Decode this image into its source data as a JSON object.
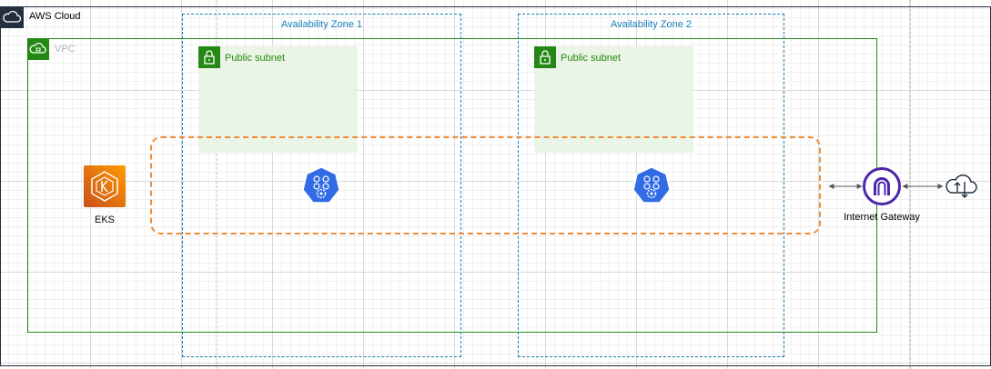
{
  "aws_cloud": {
    "label": "AWS Cloud",
    "icon": "aws-cloud-icon"
  },
  "vpc": {
    "label": "VPC",
    "icon": "vpc-cloud-icon"
  },
  "availability_zones": [
    {
      "label": "Availability Zone 1"
    },
    {
      "label": "Availability Zone 2"
    }
  ],
  "subnets": [
    {
      "label": "Public subnet",
      "icon": "lock-icon"
    },
    {
      "label": "Public subnet",
      "icon": "lock-icon"
    }
  ],
  "eks": {
    "label": "EKS",
    "icon": "eks-icon"
  },
  "worker_nodes": [
    {
      "icon": "kubernetes-node-icon"
    },
    {
      "icon": "kubernetes-node-icon"
    }
  ],
  "internet_gateway": {
    "label": "Internet Gateway",
    "icon": "internet-gateway-icon"
  },
  "internet": {
    "icon": "internet-cloud-icon"
  },
  "colors": {
    "aws_cloud": "#232f3e",
    "vpc": "#248814",
    "availability_zone": "#147eba",
    "subnet_fill": "#e9f4e5",
    "node_group": "#f08c38",
    "eks_start": "#c8511b",
    "eks_end": "#ff9900",
    "internet_gateway": "#4d27aa",
    "kubernetes": "#326ce5"
  }
}
